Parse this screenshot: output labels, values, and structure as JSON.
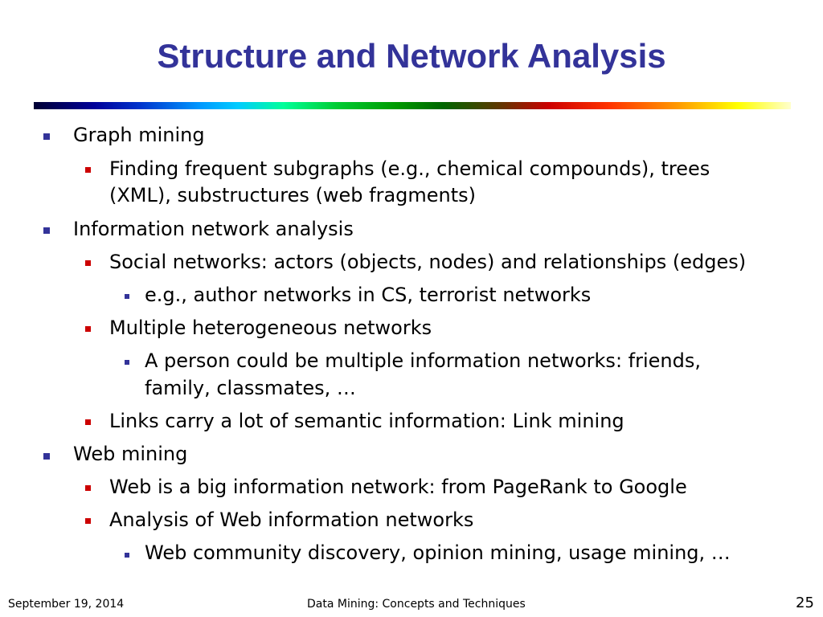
{
  "slide": {
    "title": "Structure and Network Analysis",
    "colors": {
      "title": "#333399",
      "bullet_level1": "#333399",
      "bullet_level2": "#cc0000",
      "bullet_level3": "#333399"
    },
    "bullets": [
      "Graph mining",
      "Finding frequent subgraphs (e.g., chemical compounds), trees",
      "(XML), substructures (web fragments)",
      "Information network analysis",
      "Social networks: actors (objects, nodes) and relationships (edges)",
      "e.g., author networks in CS, terrorist networks",
      "Multiple heterogeneous networks",
      "A person could be multiple information networks: friends,",
      "family, classmates, …",
      "Links carry a lot of semantic information: Link mining",
      "Web mining",
      "Web is a big information network: from PageRank to Google",
      "Analysis of Web information networks",
      "Web community discovery, opinion mining, usage mining, …"
    ]
  },
  "footer": {
    "date": "September 19, 2014",
    "course": "Data Mining: Concepts and Techniques",
    "page_number": "25"
  }
}
